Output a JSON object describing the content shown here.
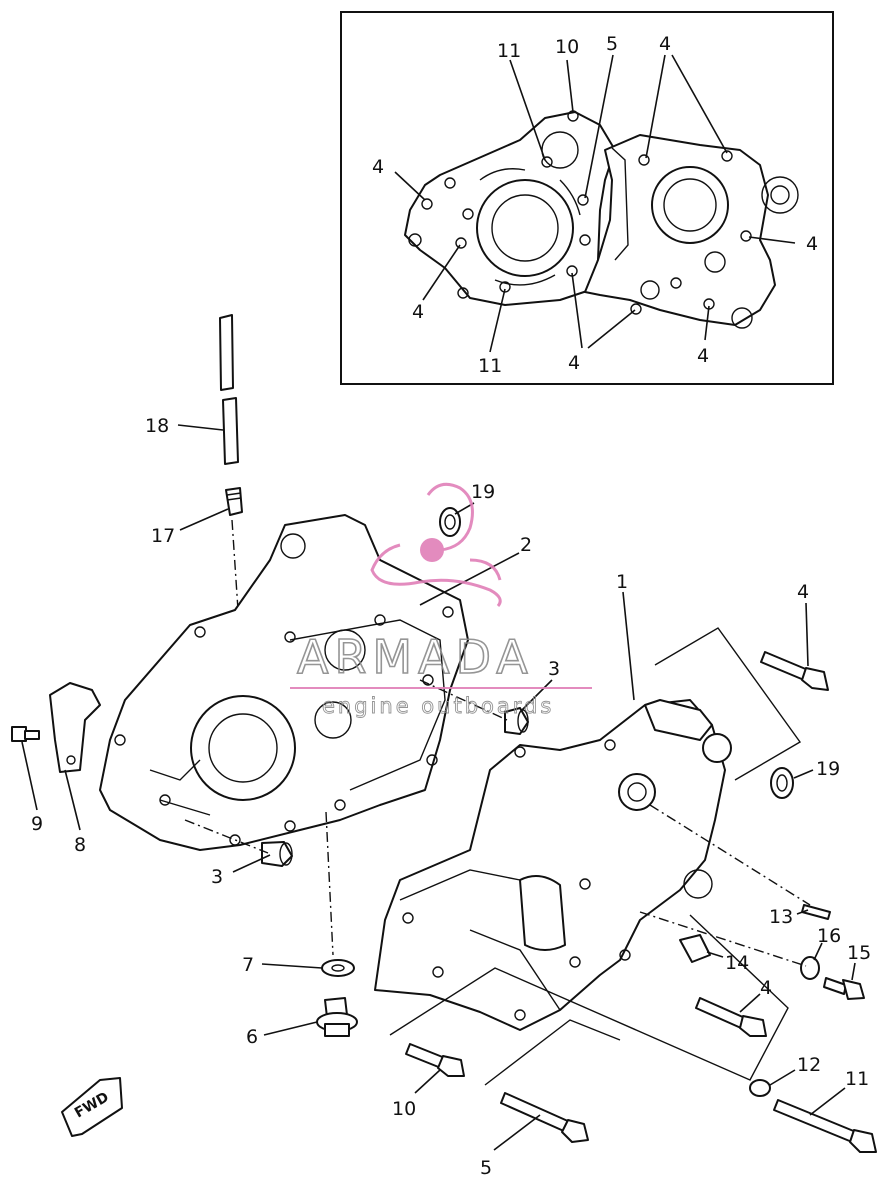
{
  "inset": {
    "callouts": [
      "11",
      "10",
      "5",
      "4",
      "4",
      "4",
      "4",
      "4",
      "11",
      "4",
      "4"
    ]
  },
  "callouts": [
    "18",
    "17",
    "19",
    "2",
    "1",
    "4",
    "3",
    "19",
    "9",
    "8",
    "3",
    "13",
    "16",
    "15",
    "14",
    "4",
    "7",
    "6",
    "10",
    "12",
    "11",
    "5"
  ],
  "fwd_label": "FWD",
  "watermark": {
    "brand": "ARMADA",
    "tagline": "engine outboards",
    "logo_color": "#e07fb8",
    "text_color": "#8a8a8a"
  }
}
